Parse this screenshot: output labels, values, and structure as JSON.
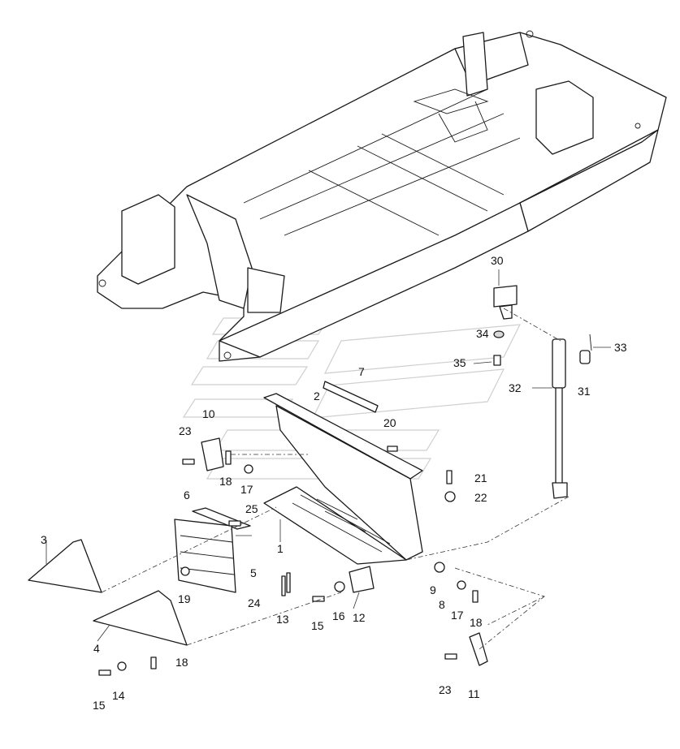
{
  "diagram": {
    "callouts": [
      {
        "id": "c30",
        "text": "30"
      },
      {
        "id": "c34",
        "text": "34"
      },
      {
        "id": "c33",
        "text": "33"
      },
      {
        "id": "c35",
        "text": "35"
      },
      {
        "id": "c32",
        "text": "32"
      },
      {
        "id": "c31",
        "text": "31"
      },
      {
        "id": "c7",
        "text": "7"
      },
      {
        "id": "c2",
        "text": "2"
      },
      {
        "id": "c10",
        "text": "10"
      },
      {
        "id": "c20",
        "text": "20"
      },
      {
        "id": "c23a",
        "text": "23"
      },
      {
        "id": "c21",
        "text": "21"
      },
      {
        "id": "c18a",
        "text": "18"
      },
      {
        "id": "c17a",
        "text": "17"
      },
      {
        "id": "c22",
        "text": "22"
      },
      {
        "id": "c6",
        "text": "6"
      },
      {
        "id": "c25",
        "text": "25"
      },
      {
        "id": "c1",
        "text": "1"
      },
      {
        "id": "c3",
        "text": "3"
      },
      {
        "id": "c5",
        "text": "5"
      },
      {
        "id": "c19",
        "text": "19"
      },
      {
        "id": "c9",
        "text": "9"
      },
      {
        "id": "c24",
        "text": "24"
      },
      {
        "id": "c8",
        "text": "8"
      },
      {
        "id": "c17b",
        "text": "17"
      },
      {
        "id": "c16",
        "text": "16"
      },
      {
        "id": "c12",
        "text": "12"
      },
      {
        "id": "c13",
        "text": "13"
      },
      {
        "id": "c15a",
        "text": "15"
      },
      {
        "id": "c18b",
        "text": "18"
      },
      {
        "id": "c4",
        "text": "4"
      },
      {
        "id": "c18c",
        "text": "18"
      },
      {
        "id": "c23b",
        "text": "23"
      },
      {
        "id": "c14",
        "text": "14"
      },
      {
        "id": "c15b",
        "text": "15"
      },
      {
        "id": "c11",
        "text": "11"
      }
    ]
  }
}
